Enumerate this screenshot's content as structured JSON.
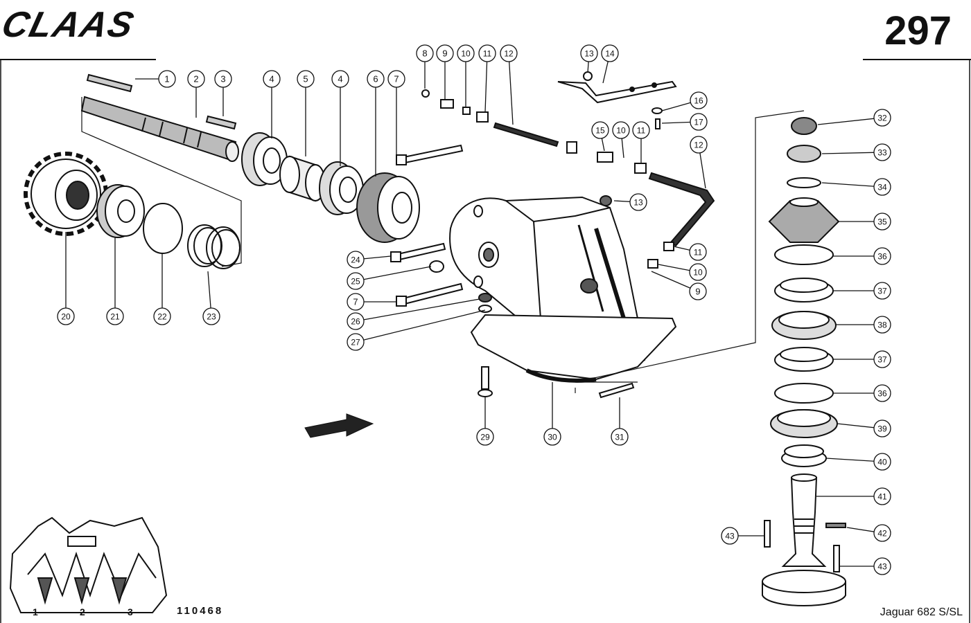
{
  "header": {
    "brand": "CLAAS",
    "page_number": "297"
  },
  "footer": {
    "drawing_number": "110468",
    "model": "Jaguar 682 S/SL"
  },
  "inset": {
    "row_labels": [
      "1",
      "2",
      "3"
    ]
  },
  "callouts": [
    {
      "id": "c1",
      "label": "1"
    },
    {
      "id": "c2",
      "label": "2"
    },
    {
      "id": "c3",
      "label": "3"
    },
    {
      "id": "c4a",
      "label": "4"
    },
    {
      "id": "c5",
      "label": "5"
    },
    {
      "id": "c4b",
      "label": "4"
    },
    {
      "id": "c6",
      "label": "6"
    },
    {
      "id": "c7a",
      "label": "7"
    },
    {
      "id": "c8",
      "label": "8"
    },
    {
      "id": "c9a",
      "label": "9"
    },
    {
      "id": "c10a",
      "label": "10"
    },
    {
      "id": "c11a",
      "label": "11"
    },
    {
      "id": "c12a",
      "label": "12"
    },
    {
      "id": "c13a",
      "label": "13"
    },
    {
      "id": "c14",
      "label": "14"
    },
    {
      "id": "c16",
      "label": "16"
    },
    {
      "id": "c17",
      "label": "17"
    },
    {
      "id": "c12b",
      "label": "12"
    },
    {
      "id": "c15",
      "label": "15"
    },
    {
      "id": "c10b",
      "label": "10"
    },
    {
      "id": "c11b",
      "label": "11"
    },
    {
      "id": "c13b",
      "label": "13"
    },
    {
      "id": "c11c",
      "label": "11"
    },
    {
      "id": "c10c",
      "label": "10"
    },
    {
      "id": "c9b",
      "label": "9"
    },
    {
      "id": "c24",
      "label": "24"
    },
    {
      "id": "c25",
      "label": "25"
    },
    {
      "id": "c7b",
      "label": "7"
    },
    {
      "id": "c26",
      "label": "26"
    },
    {
      "id": "c27",
      "label": "27"
    },
    {
      "id": "c20",
      "label": "20"
    },
    {
      "id": "c21",
      "label": "21"
    },
    {
      "id": "c22",
      "label": "22"
    },
    {
      "id": "c23",
      "label": "23"
    },
    {
      "id": "c29",
      "label": "29"
    },
    {
      "id": "c30",
      "label": "30"
    },
    {
      "id": "c31",
      "label": "31"
    },
    {
      "id": "c32",
      "label": "32"
    },
    {
      "id": "c33",
      "label": "33"
    },
    {
      "id": "c34",
      "label": "34"
    },
    {
      "id": "c35",
      "label": "35"
    },
    {
      "id": "c36a",
      "label": "36"
    },
    {
      "id": "c37a",
      "label": "37"
    },
    {
      "id": "c38",
      "label": "38"
    },
    {
      "id": "c37b",
      "label": "37"
    },
    {
      "id": "c36b",
      "label": "36"
    },
    {
      "id": "c39",
      "label": "39"
    },
    {
      "id": "c40",
      "label": "40"
    },
    {
      "id": "c41",
      "label": "41"
    },
    {
      "id": "c42",
      "label": "42"
    },
    {
      "id": "c43a",
      "label": "43"
    },
    {
      "id": "c43b",
      "label": "43"
    }
  ]
}
